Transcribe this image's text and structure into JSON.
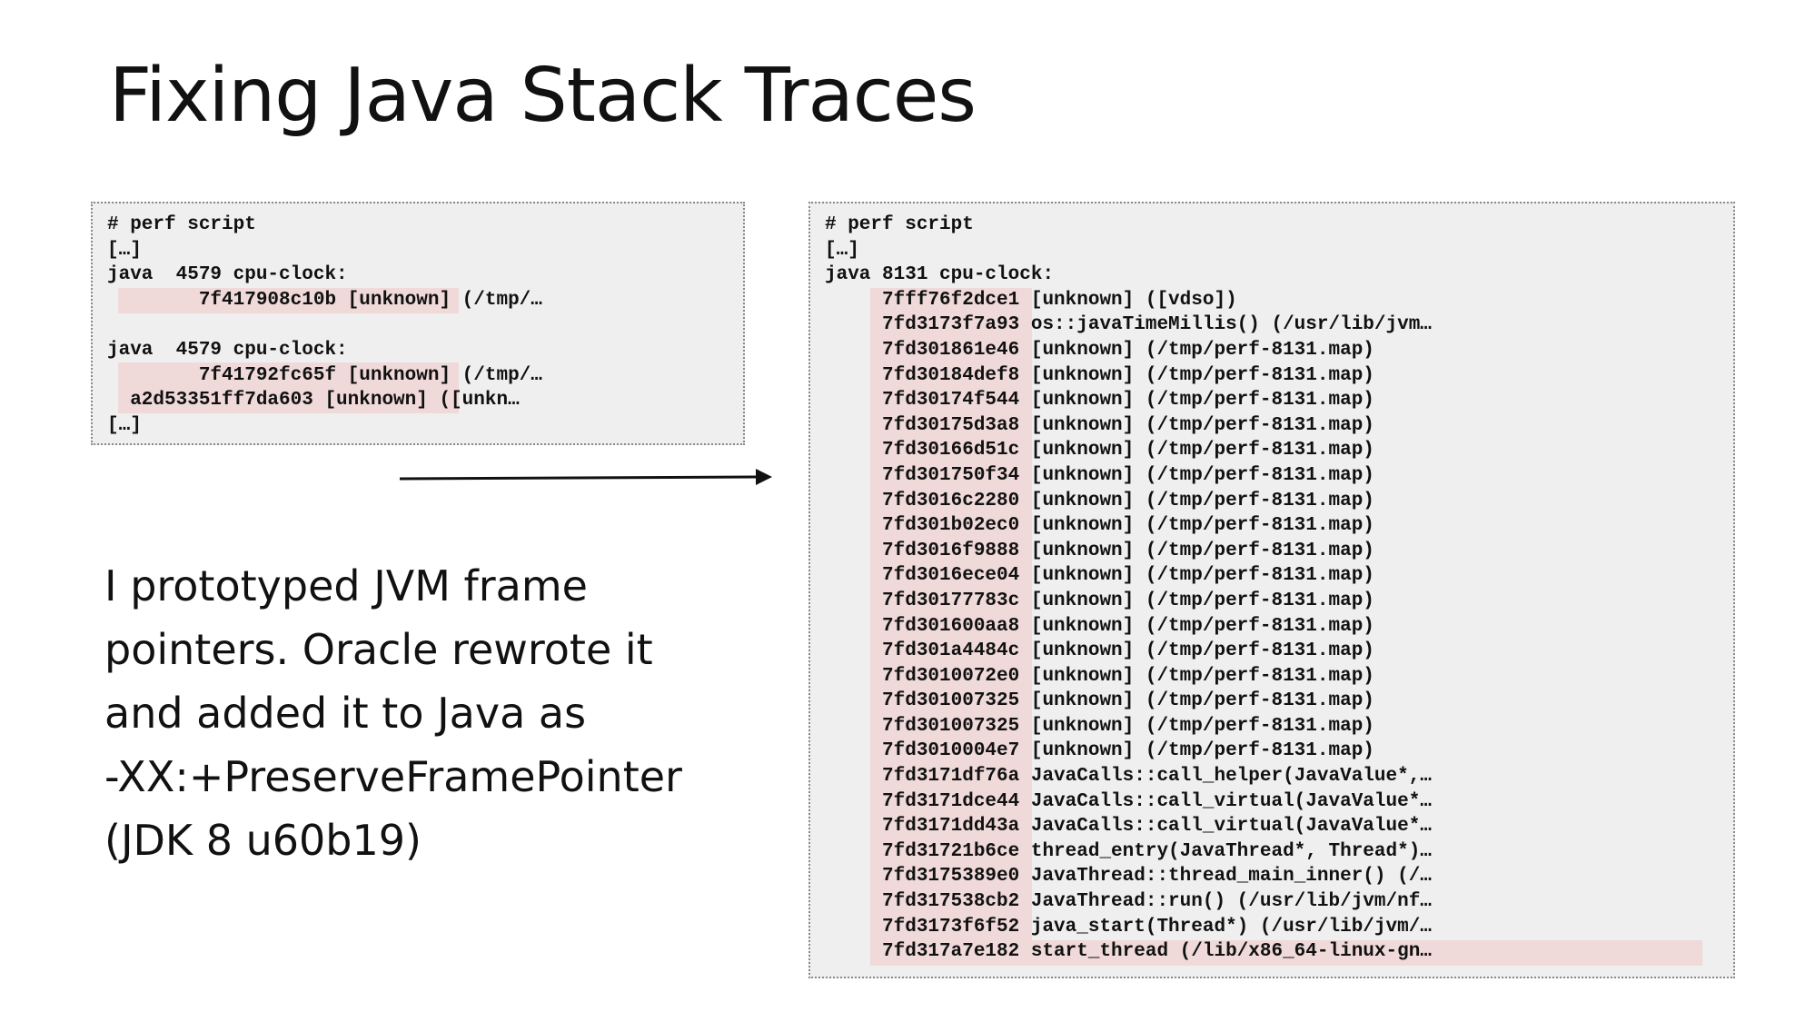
{
  "title": "Fixing Java Stack Traces",
  "left_code": [
    "# perf script",
    "[…]",
    "java  4579 cpu-clock:",
    "        7f417908c10b [unknown] (/tmp/…",
    "",
    "java  4579 cpu-clock:",
    "        7f41792fc65f [unknown] (/tmp/…",
    "  a2d53351ff7da603 [unknown] ([unkn…",
    "[…]"
  ],
  "right_code": [
    "# perf script",
    "[…]",
    "java 8131 cpu-clock:",
    "     7fff76f2dce1 [unknown] ([vdso])",
    "     7fd3173f7a93 os::javaTimeMillis() (/usr/lib/jvm…",
    "     7fd301861e46 [unknown] (/tmp/perf-8131.map)",
    "     7fd30184def8 [unknown] (/tmp/perf-8131.map)",
    "     7fd30174f544 [unknown] (/tmp/perf-8131.map)",
    "     7fd30175d3a8 [unknown] (/tmp/perf-8131.map)",
    "     7fd30166d51c [unknown] (/tmp/perf-8131.map)",
    "     7fd301750f34 [unknown] (/tmp/perf-8131.map)",
    "     7fd3016c2280 [unknown] (/tmp/perf-8131.map)",
    "     7fd301b02ec0 [unknown] (/tmp/perf-8131.map)",
    "     7fd3016f9888 [unknown] (/tmp/perf-8131.map)",
    "     7fd3016ece04 [unknown] (/tmp/perf-8131.map)",
    "     7fd30177783c [unknown] (/tmp/perf-8131.map)",
    "     7fd301600aa8 [unknown] (/tmp/perf-8131.map)",
    "     7fd301a4484c [unknown] (/tmp/perf-8131.map)",
    "     7fd3010072e0 [unknown] (/tmp/perf-8131.map)",
    "     7fd301007325 [unknown] (/tmp/perf-8131.map)",
    "     7fd301007325 [unknown] (/tmp/perf-8131.map)",
    "     7fd3010004e7 [unknown] (/tmp/perf-8131.map)",
    "     7fd3171df76a JavaCalls::call_helper(JavaValue*,…",
    "     7fd3171dce44 JavaCalls::call_virtual(JavaValue*…",
    "     7fd3171dd43a JavaCalls::call_virtual(JavaValue*…",
    "     7fd31721b6ce thread_entry(JavaThread*, Thread*)…",
    "     7fd3175389e0 JavaThread::thread_main_inner() (/…",
    "     7fd317538cb2 JavaThread::run() (/usr/lib/jvm/nf…",
    "     7fd3173f6f52 java_start(Thread*) (/usr/lib/jvm/…",
    "     7fd317a7e182 start_thread (/lib/x86_64-linux-gn…"
  ],
  "body_lines": [
    "I prototyped JVM frame",
    "pointers. Oracle rewrote it",
    "and added it to Java as",
    "-XX:+PreserveFramePointer",
    "(JDK 8 u60b19)"
  ],
  "colors": {
    "highlight": "#f0d9d9",
    "code_bg": "#efefef",
    "text": "#111111"
  }
}
